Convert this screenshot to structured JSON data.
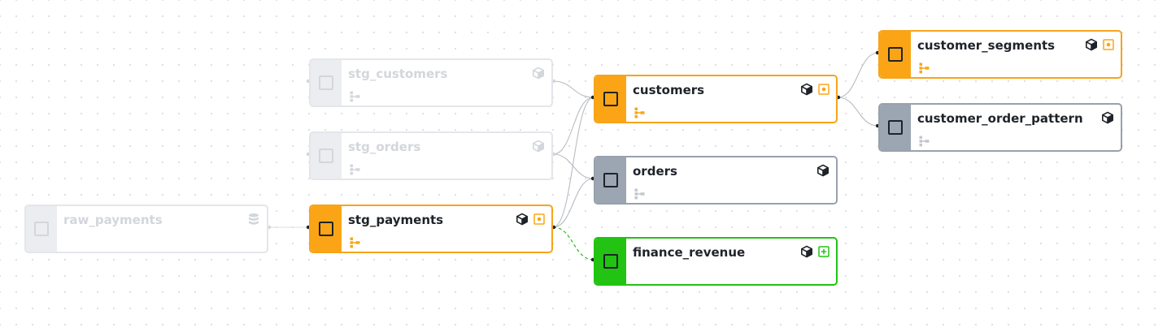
{
  "colors": {
    "accent_orange": "#fba516",
    "neutral_gray": "#9ca5b2",
    "success_green": "#22c312",
    "faded": "#e4e6ea",
    "edge": "#b8bcc2",
    "edge_new": "#22c312"
  },
  "nodes": [
    {
      "id": "raw_payments",
      "label": "raw_payments",
      "variant": "faded",
      "icons": [
        "database-icon"
      ],
      "lineage": false
    },
    {
      "id": "stg_customers",
      "label": "stg_customers",
      "variant": "faded",
      "icons": [
        "model-cube-icon"
      ],
      "lineage": true
    },
    {
      "id": "stg_orders",
      "label": "stg_orders",
      "variant": "faded",
      "icons": [
        "model-cube-icon"
      ],
      "lineage": true
    },
    {
      "id": "stg_payments",
      "label": "stg_payments",
      "variant": "orange",
      "icons": [
        "model-cube-icon",
        "modified-icon"
      ],
      "lineage": true
    },
    {
      "id": "customers",
      "label": "customers",
      "variant": "orange",
      "icons": [
        "model-cube-icon",
        "modified-icon"
      ],
      "lineage": true
    },
    {
      "id": "orders",
      "label": "orders",
      "variant": "gray",
      "icons": [
        "model-cube-icon"
      ],
      "lineage": true
    },
    {
      "id": "finance_revenue",
      "label": "finance_revenue",
      "variant": "green",
      "icons": [
        "model-cube-icon",
        "added-icon"
      ],
      "lineage": false
    },
    {
      "id": "customer_segments",
      "label": "customer_segments",
      "variant": "orange",
      "icons": [
        "model-cube-icon",
        "modified-icon"
      ],
      "lineage": true
    },
    {
      "id": "customer_order_pattern",
      "label": "customer_order_pattern",
      "variant": "gray",
      "icons": [
        "model-cube-icon"
      ],
      "lineage": true
    }
  ],
  "edges": [
    {
      "from": "raw_payments",
      "to": "stg_payments",
      "style": "faded"
    },
    {
      "from": "stg_customers",
      "to": "customers",
      "style": "solid"
    },
    {
      "from": "stg_orders",
      "to": "customers",
      "style": "solid"
    },
    {
      "from": "stg_orders",
      "to": "orders",
      "style": "solid"
    },
    {
      "from": "stg_payments",
      "to": "customers",
      "style": "solid"
    },
    {
      "from": "stg_payments",
      "to": "orders",
      "style": "solid"
    },
    {
      "from": "stg_payments",
      "to": "finance_revenue",
      "style": "dashed-new"
    },
    {
      "from": "customers",
      "to": "customer_segments",
      "style": "solid"
    },
    {
      "from": "customers",
      "to": "customer_order_pattern",
      "style": "solid"
    }
  ]
}
